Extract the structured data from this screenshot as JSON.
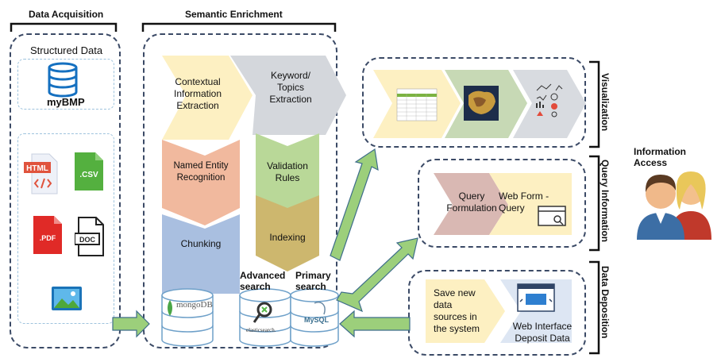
{
  "sections": {
    "data_acquisition": "Data Acquisition",
    "semantic_enrichment": "Semantic Enrichment",
    "information_access": "Information Access"
  },
  "acquisition": {
    "structured_data": "Structured Data",
    "mybmp": "myBMP",
    "files": {
      "html": "HTML",
      "csv": ".CSV",
      "pdf": ".PDF",
      "doc": "DOC"
    }
  },
  "enrichment": {
    "contextual": "Contextual Information Extraction",
    "keyword": "Keyword/ Topics Extraction",
    "ner": "Named Entity Recognition",
    "validation": "Validation Rules",
    "chunking": "Chunking",
    "indexing": "Indexing",
    "advanced_search": "Advanced search",
    "primary_search": "Primary search",
    "mongodb": "mongoDB",
    "elasticsearch": "elasticsearch.",
    "mysql": "MySQL"
  },
  "panels": {
    "visualization": "Visualization",
    "query_information": "Query Information",
    "data_deposition": "Data Deposition"
  },
  "query": {
    "formulation": "Query Formulation",
    "web_form": "Web Form - Query"
  },
  "deposit": {
    "save_new": "Save new data sources in the system",
    "web_interface": "Web Interface Deposit Data"
  },
  "colors": {
    "dash_border": "#3b4a66",
    "light_dash": "#9ec3dd",
    "cream": "#fdf0c2",
    "grey_chevron": "#d4d7dc",
    "green": "#b9d898",
    "salmon": "#f1b99e",
    "blue": "#a9bfe0",
    "tan": "#cdb76e",
    "mauve": "#d9b8b3",
    "light_blue_chevron": "#dde6f3",
    "arrow_green": "#9ccf7b",
    "arrow_stroke": "#3e6e8a"
  }
}
